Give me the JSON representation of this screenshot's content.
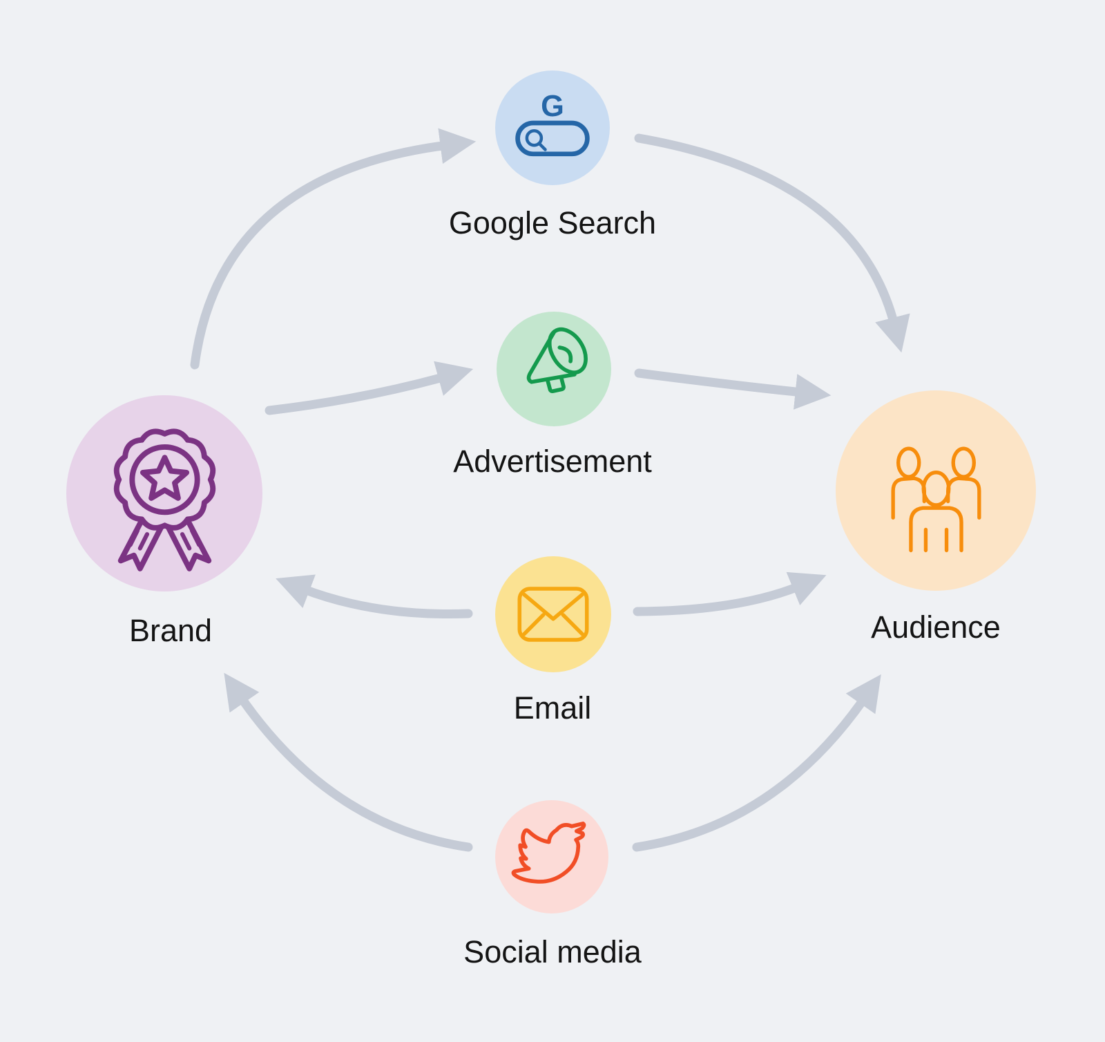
{
  "colors": {
    "background": "#EFF1F4",
    "arrow": "#C5CBD6",
    "label_text": "#141414",
    "brand_bg": "#E7D3E9",
    "brand_icon": "#7B3383",
    "audience_bg": "#FCE4C6",
    "audience_icon": "#F78D0C",
    "google_bg": "#C9DCF2",
    "google_icon": "#2566A7",
    "advertisement_bg": "#C3E6CE",
    "advertisement_icon": "#149A4D",
    "email_bg": "#FBE292",
    "email_icon": "#F6A812",
    "social_bg": "#FCDBD7",
    "social_icon": "#F14E26"
  },
  "nodes": {
    "brand": {
      "label": "Brand",
      "icon": "award-ribbon-icon"
    },
    "audience": {
      "label": "Audience",
      "icon": "people-group-icon"
    },
    "google_search": {
      "label": "Google Search",
      "icon": "google-search-bar-icon",
      "icon_letter": "G"
    },
    "advertisement": {
      "label": "Advertisement",
      "icon": "megaphone-icon"
    },
    "email": {
      "label": "Email",
      "icon": "envelope-icon"
    },
    "social_media": {
      "label": "Social media",
      "icon": "twitter-bird-icon"
    }
  },
  "edges": [
    {
      "from": "Brand",
      "to": "Google Search"
    },
    {
      "from": "Google Search",
      "to": "Audience"
    },
    {
      "from": "Brand",
      "to": "Advertisement"
    },
    {
      "from": "Advertisement",
      "to": "Audience"
    },
    {
      "from": "Email",
      "to": "Brand"
    },
    {
      "from": "Email",
      "to": "Audience"
    },
    {
      "from": "Social media",
      "to": "Brand"
    },
    {
      "from": "Social media",
      "to": "Audience"
    }
  ]
}
